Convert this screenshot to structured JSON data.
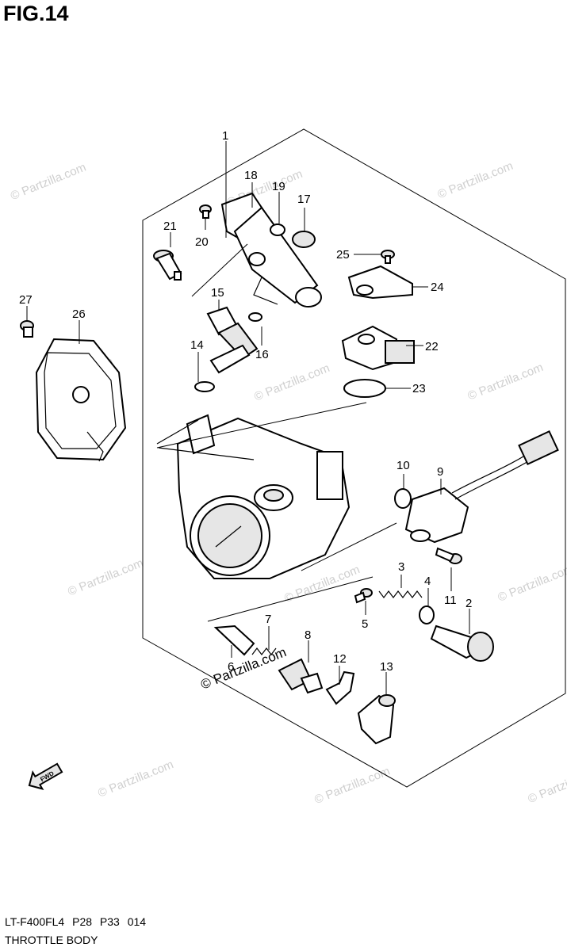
{
  "figure": {
    "title": "FIG.14"
  },
  "footer": {
    "code": "LT-F400FL4 P28 P33 014",
    "name": "THROTTLE BODY"
  },
  "watermark": {
    "text": "© Partzilla.com"
  },
  "fwd_label": "FWD",
  "callouts": [
    "1",
    "2",
    "3",
    "4",
    "5",
    "6",
    "7",
    "8",
    "9",
    "10",
    "11",
    "12",
    "13",
    "14",
    "15",
    "16",
    "17",
    "18",
    "19",
    "20",
    "21",
    "22",
    "23",
    "24",
    "25",
    "26",
    "27"
  ],
  "colors": {
    "line": "#000000",
    "watermark": "#cfcfcf",
    "background": "#ffffff"
  }
}
